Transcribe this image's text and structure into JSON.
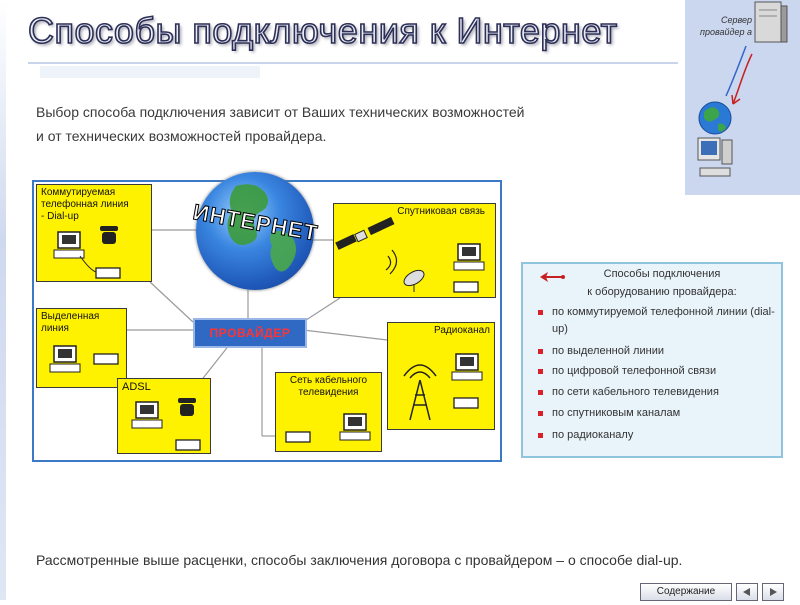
{
  "page": {
    "title": "Способы подключения к Интернет",
    "intro_lines": [
      "Выбор способа подключения зависит от Ваших технических возможностей",
      "и от технических возможностей провайдера."
    ],
    "footer": "Рассмотренные выше расценки, способы заключения договора с провайдером – о способе  dial-up."
  },
  "side_panel": {
    "server_label": "Сервер провайдер а"
  },
  "diagram": {
    "globe_label": "ИНТЕРНЕТ",
    "provider_label": "ПРОВАЙДЕР",
    "nodes": {
      "dialup": {
        "title": "Коммутируемая телефонная линия",
        "sub": "- Dial-up"
      },
      "leased": {
        "title": "Выделенная линия"
      },
      "adsl": {
        "title": "ADSL"
      },
      "cable": {
        "title": "Сеть кабельного телевидения"
      },
      "radio": {
        "title": "Радиоканал"
      },
      "satellite": {
        "title": "Спутниковая связь"
      }
    }
  },
  "legend": {
    "title_line1": "Способы подключения",
    "title_line2": "к оборудованию провайдера:",
    "items": [
      "по коммутируемой телефонной линии  (dial-up)",
      "по выделенной линии",
      "по цифровой телефонной связи",
      "по сети кабельного телевидения",
      "по спутниковым каналам",
      "по радиоканалу"
    ],
    "bullet_color": "#d6202a"
  },
  "nav": {
    "contents_label": "Содержание"
  },
  "colors": {
    "node_fill": "#fff200",
    "provider_fill": "#2f69c4",
    "provider_text": "#ff3333",
    "frame": "#3b79c6"
  }
}
